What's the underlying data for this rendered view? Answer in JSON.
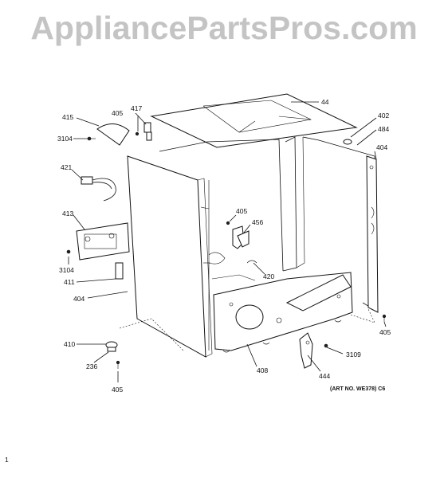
{
  "watermark": "AppliancePartsPros.com",
  "art_number": "(ART NO. WE378) C6",
  "corner_mark": "1",
  "labels": {
    "l44": "44",
    "l402": "402",
    "l484": "484",
    "l404a": "404",
    "l415": "415",
    "l405a": "405",
    "l417": "417",
    "l3104a": "3104",
    "l421": "421",
    "l405b": "405",
    "l456": "456",
    "l413": "413",
    "l3104b": "3104",
    "l420": "420",
    "l411": "411",
    "l404b": "404",
    "l405c": "405",
    "l410": "410",
    "l3109": "3109",
    "l236": "236",
    "l408": "408",
    "l444": "444",
    "l405d": "405"
  }
}
